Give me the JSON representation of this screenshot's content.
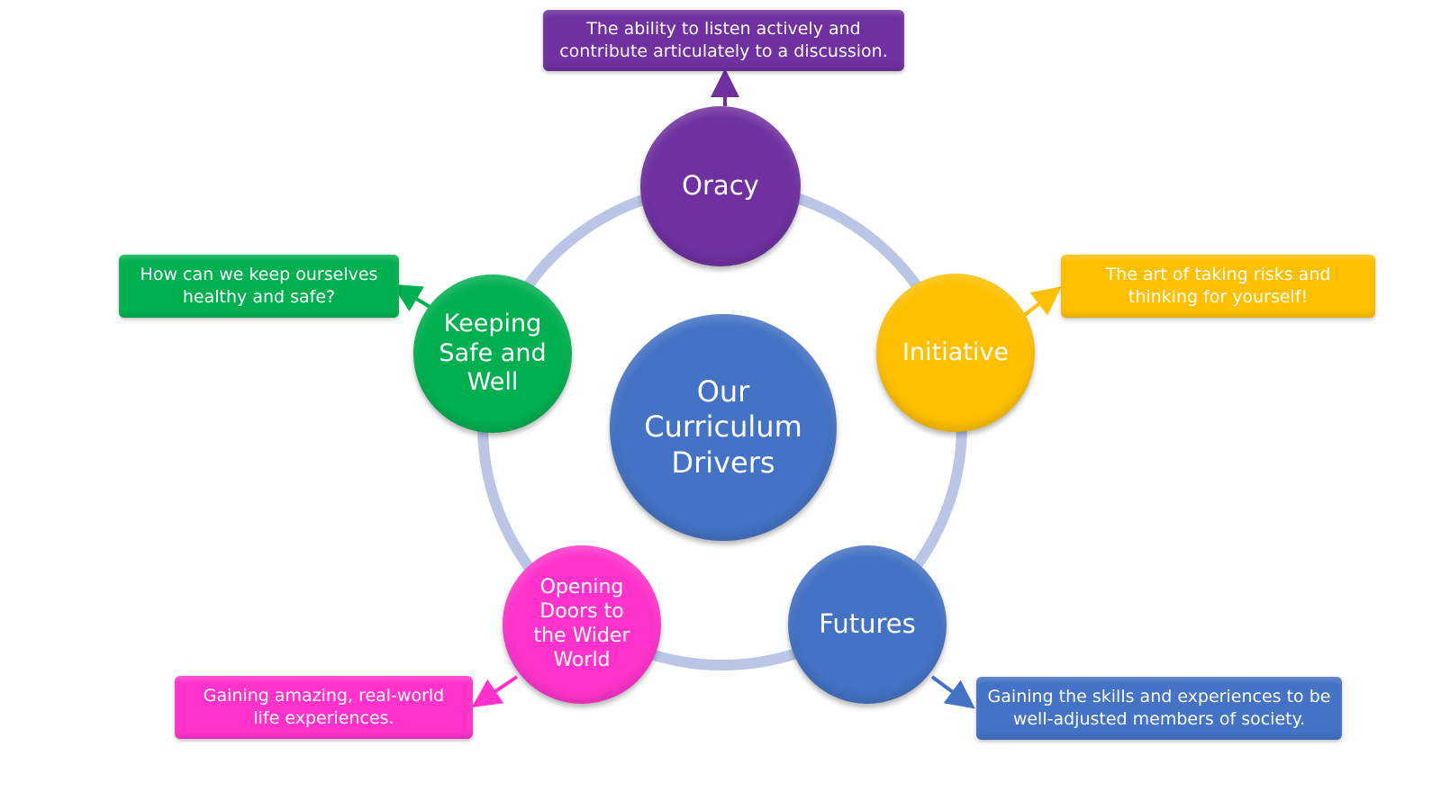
{
  "center": {
    "label": "Our Curriculum Drivers",
    "color": "#3f6fd0"
  },
  "ring_color": "#b7c3e6",
  "drivers": [
    {
      "id": "oracy",
      "label": "Oracy",
      "color": "#7030a0",
      "description": "The ability to listen actively and contribute articulately to a discussion.",
      "icon": "arrow-up-icon"
    },
    {
      "id": "initiative",
      "label": "Initiative",
      "color": "#ffc000",
      "description": "The art of taking risks and thinking for yourself!",
      "icon": "arrow-up-right-icon"
    },
    {
      "id": "futures",
      "label": "Futures",
      "color": "#3f6fd0",
      "description": "Gaining the skills and experiences to be well-adjusted members of society.",
      "icon": "arrow-down-right-icon"
    },
    {
      "id": "opening-doors",
      "label": "Opening Doors to the Wider World",
      "color": "#ff33cc",
      "description": "Gaining amazing, real-world life experiences.",
      "icon": "arrow-down-left-icon"
    },
    {
      "id": "keeping-safe",
      "label": "Keeping Safe and Well",
      "color": "#00b050",
      "description": "How can we keep ourselves healthy and safe?",
      "icon": "arrow-up-left-icon"
    }
  ]
}
